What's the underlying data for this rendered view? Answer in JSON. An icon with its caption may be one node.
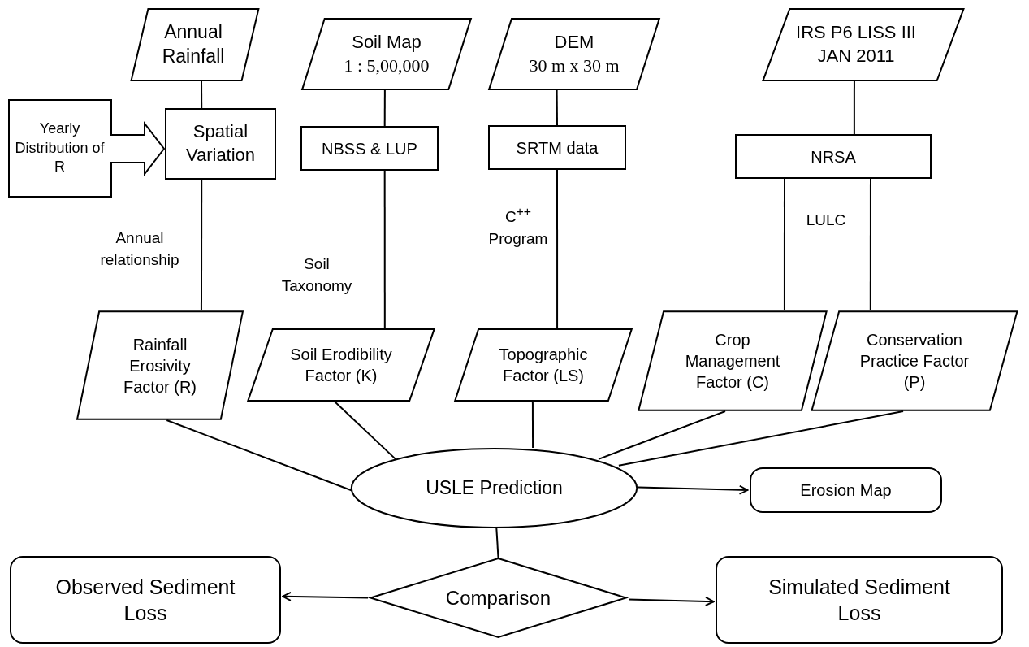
{
  "diagram": {
    "nodes": [
      {
        "text": [
          "Annual Rainfall"
        ]
      },
      {
        "text": [
          "Yearly Distribution of R"
        ]
      },
      {
        "text": [
          "Spatial Variation"
        ]
      },
      {
        "text": [
          "Soil Map",
          "1 : 5,00,000"
        ]
      },
      {
        "text": [
          "NBSS & LUP"
        ]
      },
      {
        "text": [
          "DEM",
          "30 m x 30 m"
        ]
      },
      {
        "text": [
          "SRTM data"
        ]
      },
      {
        "text": [
          "IRS P6 LISS III JAN 2011"
        ]
      },
      {
        "text": [
          "NRSA"
        ]
      },
      {
        "text": [
          "Rainfall Erosivity Factor (R)"
        ]
      },
      {
        "text": [
          "Soil Erodibility Factor (K)"
        ]
      },
      {
        "text": [
          "Topographic Factor (LS)"
        ]
      },
      {
        "text": [
          "Crop Management Factor (C)"
        ]
      },
      {
        "text": [
          "Conservation Practice Factor (P)"
        ]
      },
      {
        "text": [
          "USLE Prediction"
        ]
      },
      {
        "text": [
          "Erosion Map"
        ]
      },
      {
        "text": [
          "Observed Sediment Loss"
        ]
      },
      {
        "text": [
          "Comparison"
        ]
      },
      {
        "text": [
          "Simulated Sediment Loss"
        ]
      }
    ],
    "edges": [
      {
        "from": 0,
        "to": 2,
        "arrow": "none"
      },
      {
        "from": 2,
        "to": 9,
        "arrow": "none",
        "label": "Annual relationship"
      },
      {
        "from": 3,
        "to": 4,
        "arrow": "none"
      },
      {
        "from": 4,
        "to": 10,
        "arrow": "none",
        "label": "Soil Taxonomy"
      },
      {
        "from": 5,
        "to": 6,
        "arrow": "none"
      },
      {
        "from": 6,
        "to": 11,
        "arrow": "none",
        "label": "C$^{++}$ Program"
      },
      {
        "from": 7,
        "to": 8,
        "arrow": "none"
      },
      {
        "from": 8,
        "to": 12,
        "arrow": "none",
        "label": "LULC"
      },
      {
        "from": 8,
        "to": 13,
        "arrow": "none"
      },
      {
        "from": 9,
        "to": 14,
        "arrow": "none"
      },
      {
        "from": 10,
        "to": 14,
        "arrow": "none"
      },
      {
        "from": 11,
        "to": 14,
        "arrow": "none"
      },
      {
        "from": 12,
        "to": 14,
        "arrow": "none"
      },
      {
        "from": 13,
        "to": 14,
        "arrow": "none"
      },
      {
        "from": 14,
        "to": 15,
        "arrow": "to"
      },
      {
        "from": 14,
        "to": 17,
        "arrow": "none"
      },
      {
        "from": 17,
        "to": 16,
        "arrow": "to"
      },
      {
        "from": 17,
        "to": 18,
        "arrow": "to"
      }
    ]
  }
}
